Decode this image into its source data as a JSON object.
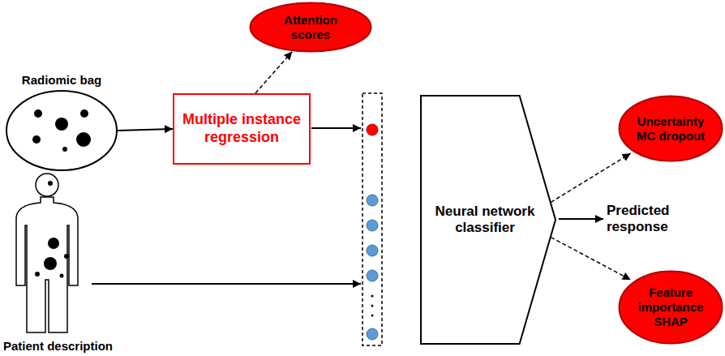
{
  "diagram": {
    "nodes": [
      {
        "text": [
          "Radiomic bag"
        ]
      },
      {
        "text": [
          "Multiple instance regression"
        ]
      },
      {
        "text": [
          "Attention scores"
        ]
      },
      {
        "text": [
          "Patient description"
        ]
      },
      {
        "text": [
          "Neural network classifier"
        ]
      },
      {
        "text": [
          "Uncertainty",
          "MC dropout"
        ]
      },
      {
        "text": [
          "Feature importance",
          "SHAP"
        ]
      }
    ],
    "edges": [
      {
        "from": 0,
        "to": 1,
        "arrow": "to"
      },
      {
        "from": 1,
        "to": 2,
        "arrow": "to"
      },
      {
        "from": 4,
        "to": 5,
        "arrow": "to"
      },
      {
        "from": 4,
        "to": 6,
        "arrow": "to"
      }
    ],
    "labels": [
      "Predicted response"
    ]
  }
}
